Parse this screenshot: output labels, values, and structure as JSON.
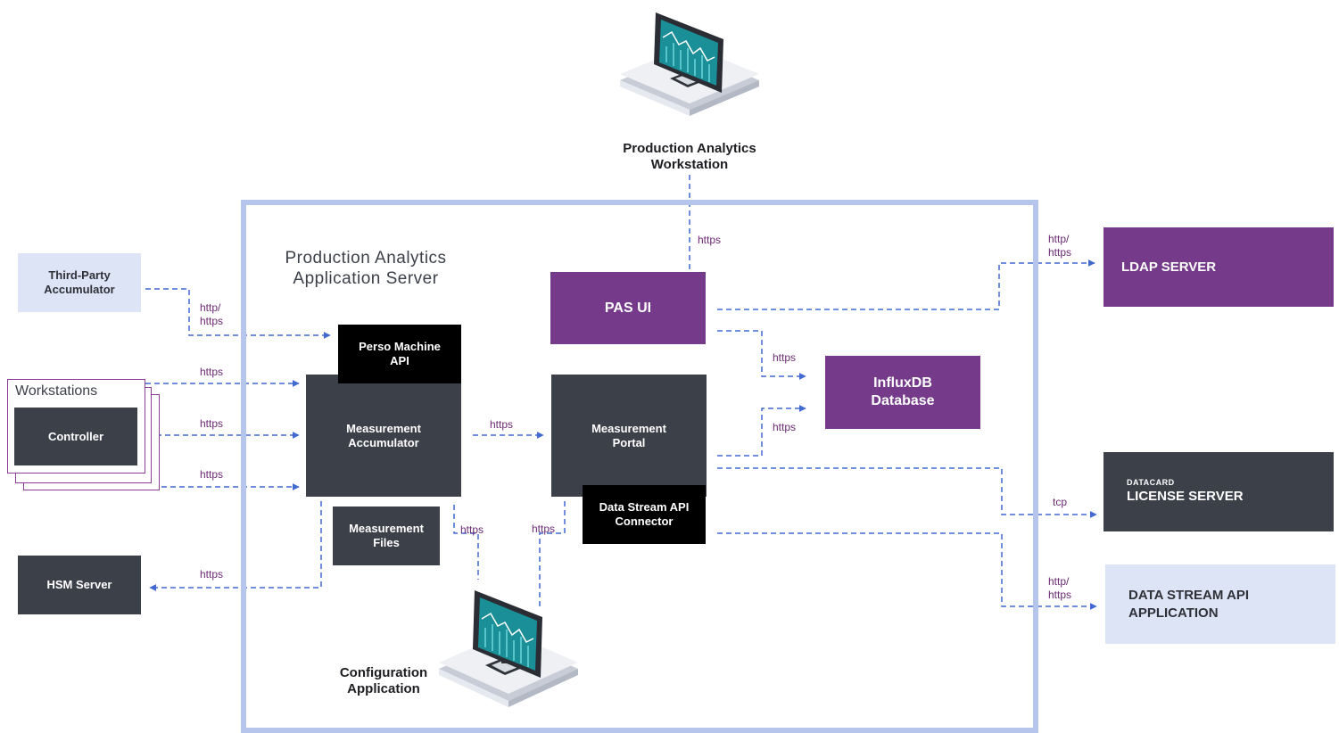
{
  "server": {
    "title": "Production Analytics\nApplication Server"
  },
  "workstation_monitor": {
    "caption": "Production Analytics\nWorkstation"
  },
  "config_monitor": {
    "caption": "Configuration\nApplication"
  },
  "nodes": {
    "third_party": "Third-Party\nAccumulator",
    "workstations_title": "Workstations",
    "controller": "Controller",
    "hsm": "HSM Server",
    "perso_api": "Perso Machine\nAPI",
    "meas_acc": "Measurement\nAccumulator",
    "meas_files": "Measurement\nFiles",
    "pas_ui": "PAS UI",
    "meas_portal": "Measurement\nPortal",
    "ds_connector": "Data Stream API\nConnector",
    "influx": "InfluxDB\nDatabase",
    "ldap": "LDAP SERVER",
    "license_small": "DATACARD",
    "license": "LICENSE SERVER",
    "ds_app": "DATA STREAM API\nAPPLICATION"
  },
  "links": {
    "ws_https": "https",
    "tp_http": "http/\nhttps",
    "ws1": "https",
    "ws2": "https",
    "ws3": "https",
    "hsm": "https",
    "acc_portal": "https",
    "files": "https",
    "config": "https",
    "influx_top": "https",
    "influx_bottom": "https",
    "ldap": "http/\nhttps",
    "license": "tcp",
    "dsapp": "http/\nhttps"
  },
  "colors": {
    "arrow": "#4169cf",
    "frame": "#b6c5ec",
    "purple": "#753b8a",
    "dark": "#3c4049",
    "light": "#dde4f6"
  }
}
